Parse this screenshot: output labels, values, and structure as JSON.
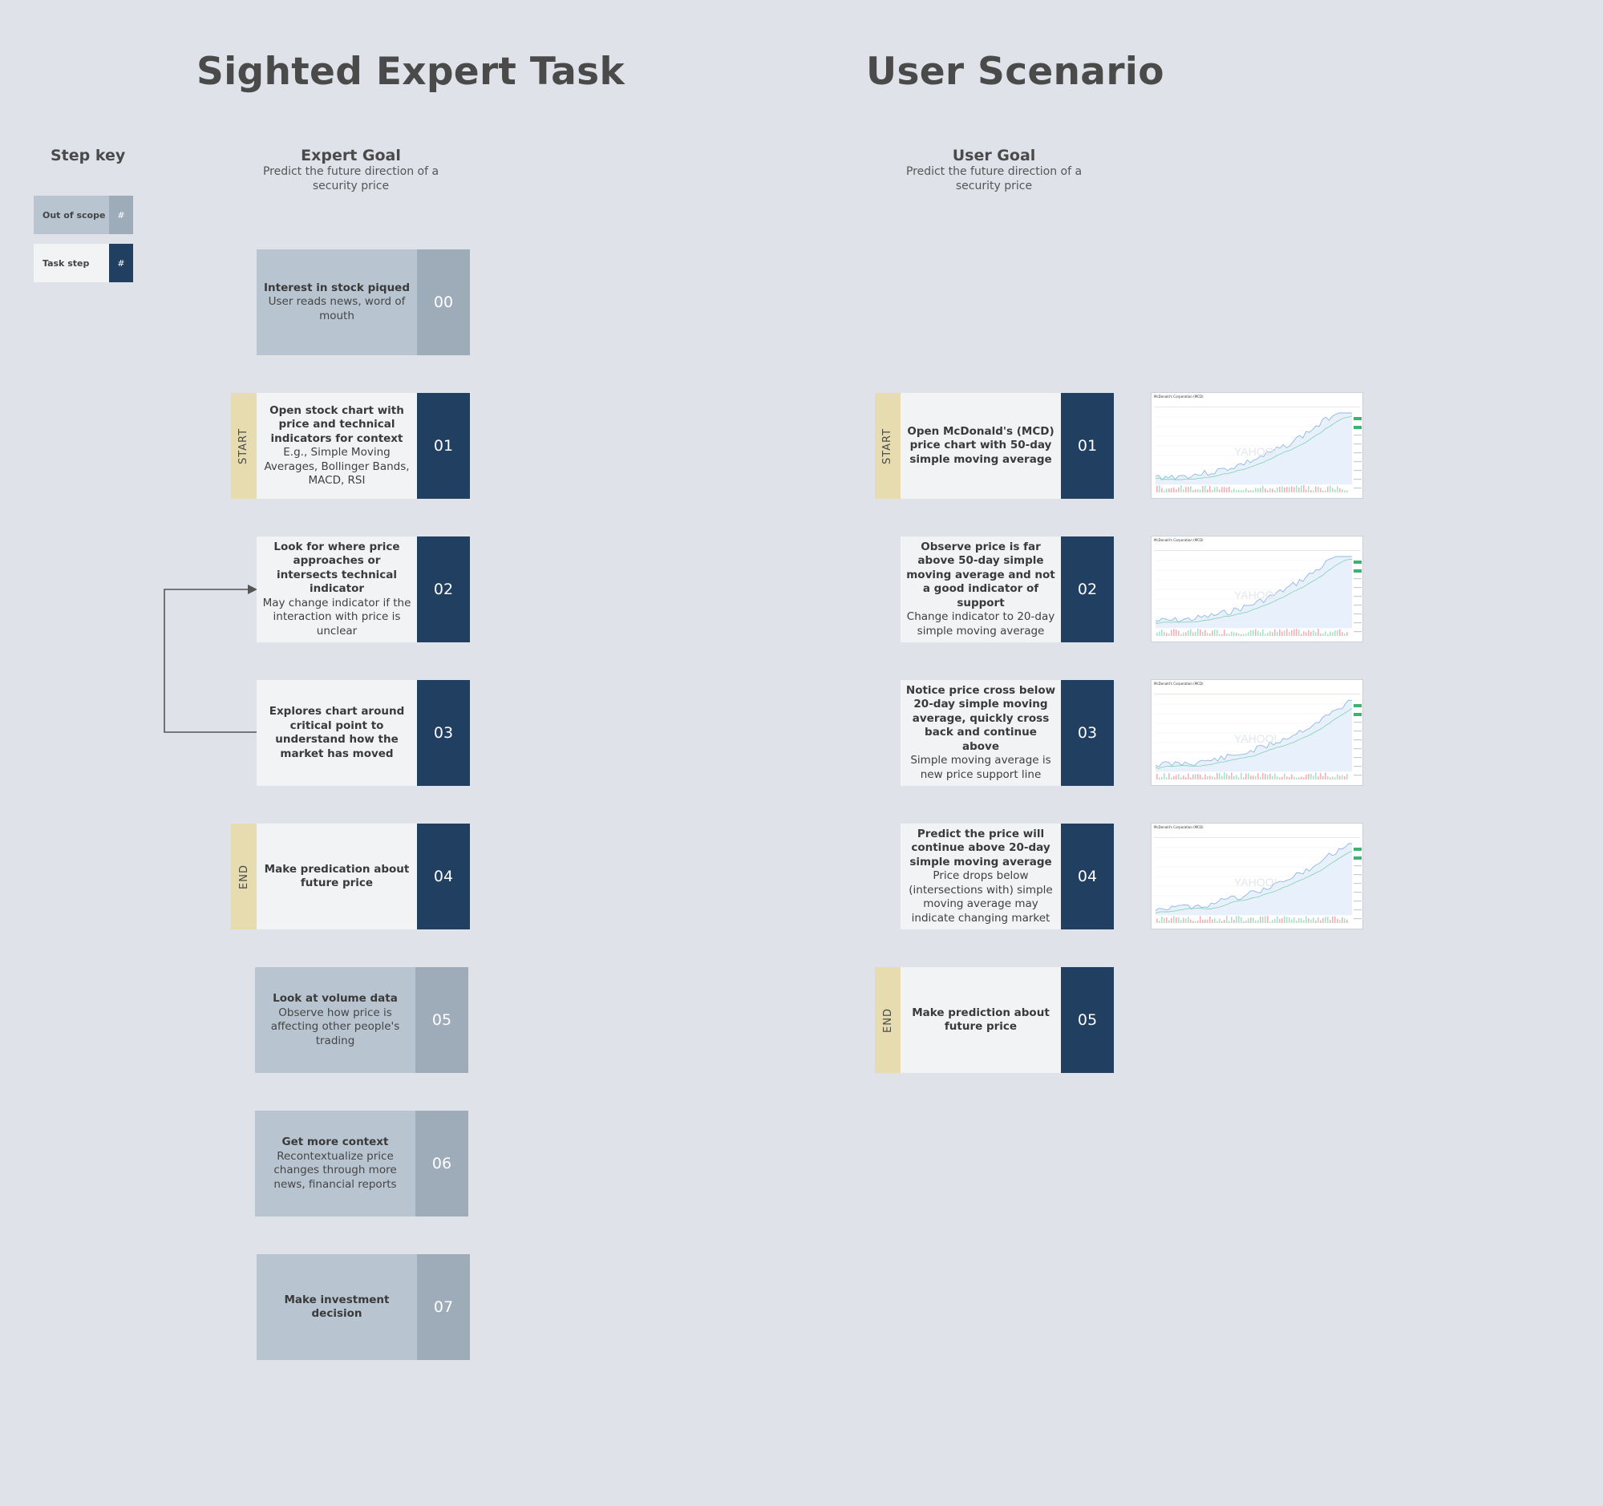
{
  "left": {
    "heading": "Sighted Expert Task",
    "goal_title": "Expert Goal",
    "goal_text": "Predict the future direction of a security price"
  },
  "right": {
    "heading": "User Scenario",
    "goal_title": "User Goal",
    "goal_text": "Predict the future direction of a security price"
  },
  "step_key": {
    "title": "Step key",
    "items": [
      {
        "label": "Out of scope",
        "symbol": "#",
        "type": "scope"
      },
      {
        "label": "Task step",
        "symbol": "#",
        "type": "step"
      }
    ]
  },
  "tabs": {
    "start": "START",
    "end": "END"
  },
  "expert_steps": [
    {
      "num": "00",
      "title": "Interest in stock piqued",
      "detail": "User reads news, word of mouth",
      "type": "scope"
    },
    {
      "num": "01",
      "title": "Open stock chart with price and technical indicators for context",
      "detail": "E.g., Simple Moving Averages, Bollinger Bands, MACD, RSI",
      "type": "step",
      "tab": "START"
    },
    {
      "num": "02",
      "title": "Look for where price approaches or intersects technical indicator",
      "detail": "May change indicator if the interaction with price is unclear",
      "type": "step"
    },
    {
      "num": "03",
      "title": "Explores chart around critical point to understand how the market has moved",
      "detail": "",
      "type": "step"
    },
    {
      "num": "04",
      "title": "Make predication about future price",
      "detail": "",
      "type": "step",
      "tab": "END"
    },
    {
      "num": "05",
      "title": "Look at volume data",
      "detail": "Observe how price is affecting other people's trading",
      "type": "scope"
    },
    {
      "num": "06",
      "title": "Get more context",
      "detail": "Recontextualize price changes through more news, financial reports",
      "type": "scope"
    },
    {
      "num": "07",
      "title": "Make investment decision",
      "detail": "",
      "type": "scope"
    }
  ],
  "user_steps": [
    {
      "num": "01",
      "title": "Open McDonald's (MCD) price chart with 50-day simple moving average",
      "detail": "",
      "tab": "START"
    },
    {
      "num": "02",
      "title": "Observe price is far above 50-day simple moving average and not a good indicator of support",
      "detail": "Change indicator to 20-day simple moving average"
    },
    {
      "num": "03",
      "title": "Notice price cross below 20-day simple moving average, quickly cross back and continue above",
      "detail": "Simple moving average is new price support line"
    },
    {
      "num": "04",
      "title": "Predict the price will continue above 20-day simple moving average",
      "detail": "Price drops below (intersections with) simple moving average may indicate changing market"
    },
    {
      "num": "05",
      "title": "Make prediction about future price",
      "detail": "",
      "tab": "END"
    }
  ],
  "thumbnails": {
    "chart_title": "McDonald's Corporation (MCD)",
    "watermark": "YAHOO! FINANCE"
  }
}
